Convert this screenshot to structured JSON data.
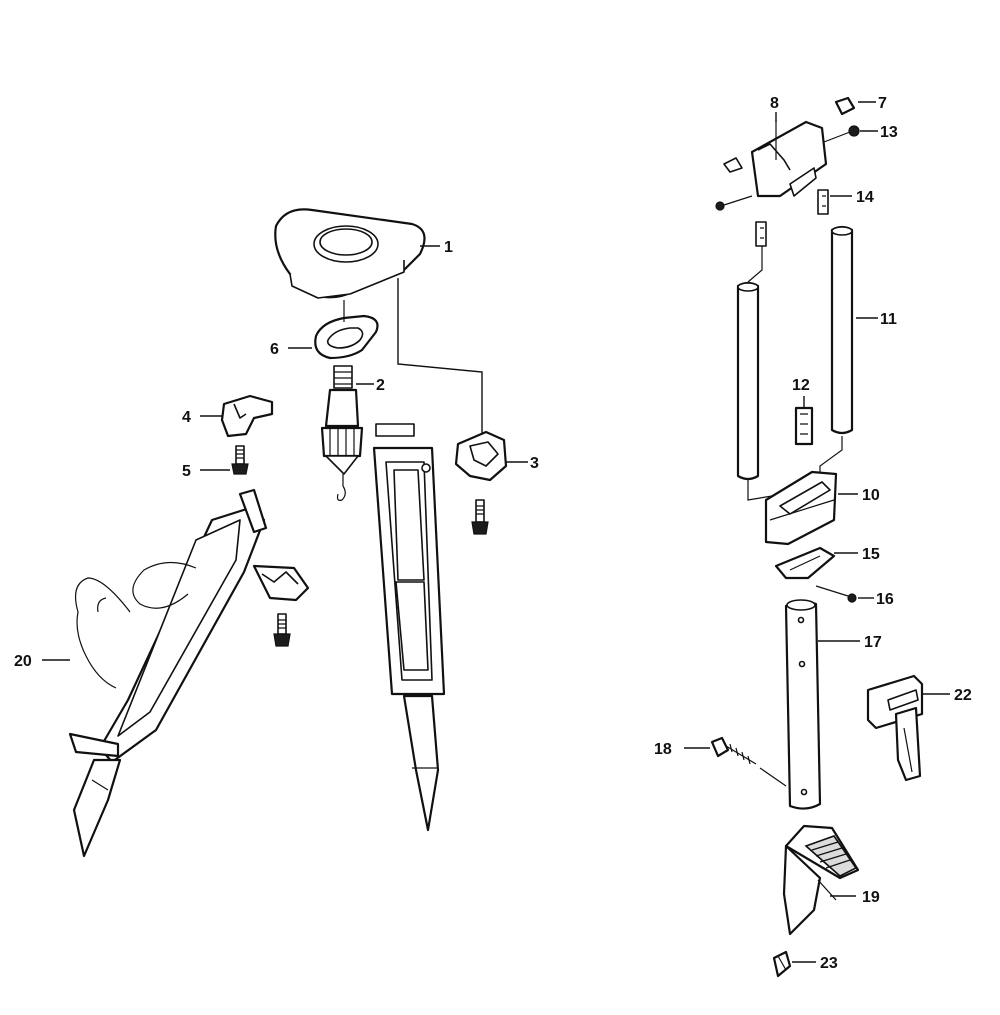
{
  "diagram": {
    "labels": [
      "1",
      "2",
      "3",
      "4",
      "5",
      "6",
      "7",
      "8",
      "10",
      "11",
      "12",
      "13",
      "14",
      "15",
      "16",
      "17",
      "18",
      "19",
      "20",
      "22",
      "23"
    ],
    "line_color": "#111111",
    "background": "#ffffff"
  }
}
